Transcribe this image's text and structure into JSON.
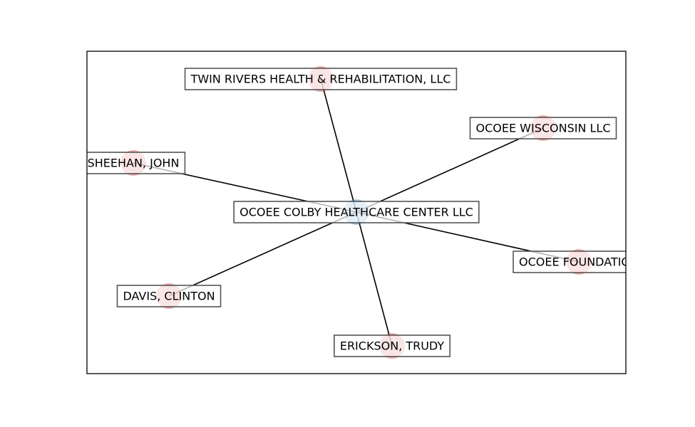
{
  "graph": {
    "center": {
      "label": "OCOEE COLBY HEALTHCARE CENTER LLC",
      "color": "#1f77b4"
    },
    "neighbors": [
      {
        "label": "TWIN RIVERS HEALTH & REHABILITATION, LLC",
        "color": "#d62728"
      },
      {
        "label": "OCOEE WISCONSIN LLC",
        "color": "#d62728"
      },
      {
        "label": "SHEEHAN, JOHN",
        "color": "#d62728"
      },
      {
        "label": "OCOEE FOUNDATION",
        "color": "#d62728"
      },
      {
        "label": "DAVIS, CLINTON",
        "color": "#d62728"
      },
      {
        "label": "ERICKSON, TRUDY",
        "color": "#d62728"
      }
    ],
    "edge_color": "#000000",
    "label_box_border": "#555555"
  }
}
